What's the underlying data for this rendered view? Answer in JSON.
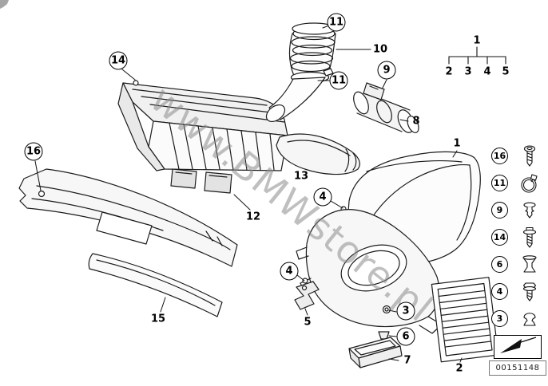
{
  "watermark": "www.BMWstore.pl",
  "diagram_number": "00151148",
  "hierarchy": {
    "root": "1",
    "children": [
      "2",
      "3",
      "4",
      "5"
    ]
  },
  "callouts": {
    "c14": "14",
    "c11a": "11",
    "c10": "10",
    "c11b": "11",
    "c9": "9",
    "c8": "8",
    "c16": "16",
    "c13": "13",
    "c12": "12",
    "c4a": "4",
    "c1": "1",
    "c4b": "4",
    "c5": "5",
    "c3": "3",
    "c6": "6",
    "c7": "7",
    "c15": "15",
    "c2": "2"
  },
  "legend": {
    "items": [
      {
        "label": "16",
        "icon": "torx-screw-icon"
      },
      {
        "label": "11",
        "icon": "hose-clamp-icon"
      },
      {
        "label": "9",
        "icon": "expansion-rivet-icon"
      },
      {
        "label": "14",
        "icon": "pan-screw-icon"
      },
      {
        "label": "6",
        "icon": "rubber-mount-icon"
      },
      {
        "label": "4",
        "icon": "hex-screw-icon"
      },
      {
        "label": "3",
        "icon": "grommet-icon"
      }
    ],
    "direction_arrow": "direction-arrow-icon"
  }
}
